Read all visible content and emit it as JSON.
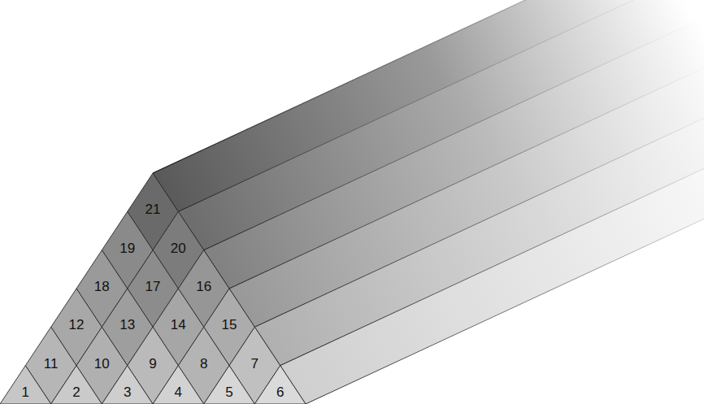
{
  "diagram": {
    "labels": [
      "21",
      "19",
      "20",
      "18",
      "17",
      "16",
      "12",
      "13",
      "14",
      "15",
      "11",
      "10",
      "9",
      "8",
      "7",
      "1",
      "2",
      "3",
      "4",
      "5",
      "6"
    ]
  }
}
